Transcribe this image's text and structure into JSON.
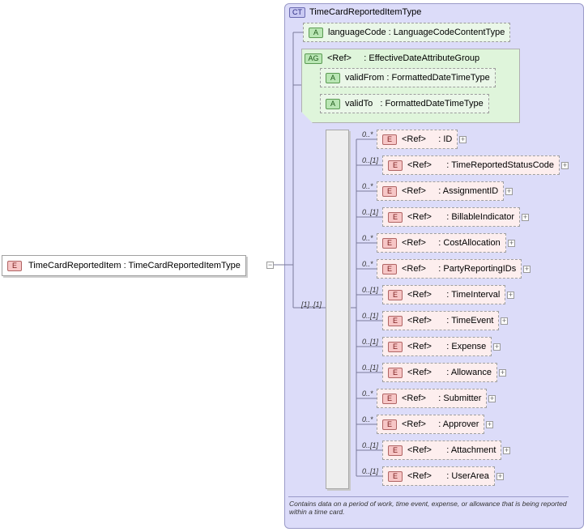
{
  "root": {
    "badge": "E",
    "name": "TimeCardReportedItem",
    "type": "TimeCardReportedItemType"
  },
  "complex_type": {
    "badge": "CT",
    "name": "TimeCardReportedItemType",
    "attribute": {
      "badge": "A",
      "name": "languageCode",
      "type": "LanguageCodeContentType"
    },
    "attribute_group": {
      "badge": "AG",
      "ref": "<Ref>",
      "name": "EffectiveDateAttributeGroup",
      "attributes": [
        {
          "badge": "A",
          "name": "validFrom",
          "type": "FormattedDateTimeType"
        },
        {
          "badge": "A",
          "name": "validTo",
          "type": "FormattedDateTimeType"
        }
      ]
    },
    "sequence_occurrence": "[1]..[1]",
    "elements": [
      {
        "occ": "0..*",
        "badge": "E",
        "ref": "<Ref>",
        "type": "ID"
      },
      {
        "occ": "0..[1]",
        "badge": "E",
        "ref": "<Ref>",
        "type": "TimeReportedStatusCode"
      },
      {
        "occ": "0..*",
        "badge": "E",
        "ref": "<Ref>",
        "type": "AssignmentID"
      },
      {
        "occ": "0..[1]",
        "badge": "E",
        "ref": "<Ref>",
        "type": "BillableIndicator"
      },
      {
        "occ": "0..*",
        "badge": "E",
        "ref": "<Ref>",
        "type": "CostAllocation"
      },
      {
        "occ": "0..*",
        "badge": "E",
        "ref": "<Ref>",
        "type": "PartyReportingIDs"
      },
      {
        "occ": "0..[1]",
        "badge": "E",
        "ref": "<Ref>",
        "type": "TimeInterval"
      },
      {
        "occ": "0..[1]",
        "badge": "E",
        "ref": "<Ref>",
        "type": "TimeEvent"
      },
      {
        "occ": "0..[1]",
        "badge": "E",
        "ref": "<Ref>",
        "type": "Expense"
      },
      {
        "occ": "0..[1]",
        "badge": "E",
        "ref": "<Ref>",
        "type": "Allowance"
      },
      {
        "occ": "0..*",
        "badge": "E",
        "ref": "<Ref>",
        "type": "Submitter"
      },
      {
        "occ": "0..*",
        "badge": "E",
        "ref": "<Ref>",
        "type": "Approver"
      },
      {
        "occ": "0..[1]",
        "badge": "E",
        "ref": "<Ref>",
        "type": "Attachment"
      },
      {
        "occ": "0..[1]",
        "badge": "E",
        "ref": "<Ref>",
        "type": "UserArea"
      }
    ],
    "documentation": "Contains data on a period of work, time event, expense, or allowance that is being reported within a time card."
  }
}
